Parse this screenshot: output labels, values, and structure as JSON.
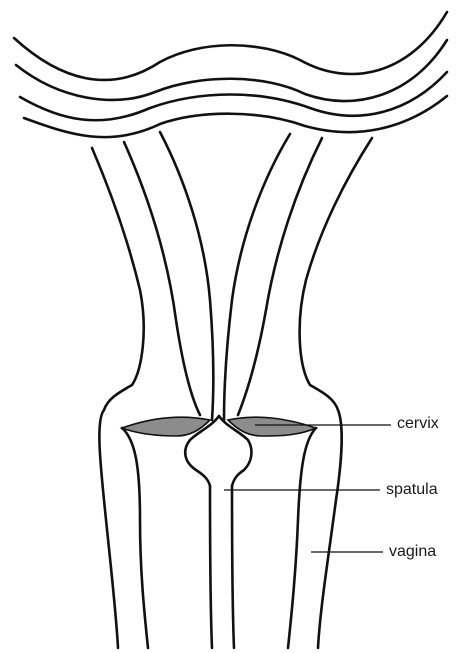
{
  "labels": {
    "cervix": "cervix",
    "spatula": "spatula",
    "vagina": "vagina"
  },
  "colors": {
    "outline": "#111111",
    "cervix_fill": "#8c8c8c",
    "background": "#ffffff"
  }
}
